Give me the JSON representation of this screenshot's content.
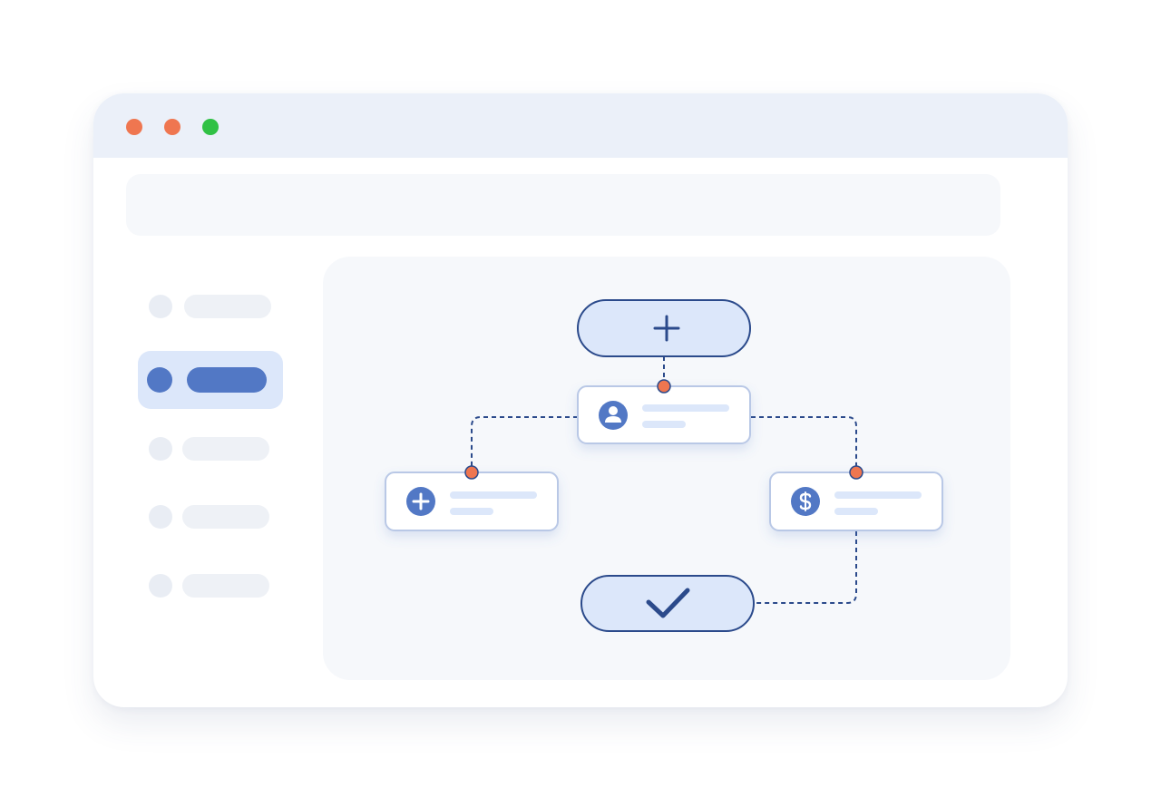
{
  "window": {
    "controls": [
      {
        "name": "close-dot",
        "color": "#ef7650"
      },
      {
        "name": "minimize-dot",
        "color": "#ef7650"
      },
      {
        "name": "maximize-dot",
        "color": "#30c145"
      }
    ]
  },
  "sidebar": {
    "items": [
      {
        "active": false
      },
      {
        "active": true
      },
      {
        "active": false
      },
      {
        "active": false
      },
      {
        "active": false
      }
    ]
  },
  "flow": {
    "start_icon": "plus-icon",
    "end_icon": "checkmark-icon",
    "nodes": [
      {
        "name": "user-node",
        "icon": "user-icon"
      },
      {
        "name": "add-node",
        "icon": "plus-circle-icon"
      },
      {
        "name": "payment-node",
        "icon": "dollar-icon"
      }
    ]
  },
  "colors": {
    "accent": "#5278c5",
    "node_fill": "#dce7fa",
    "node_stroke": "#2b4a8b",
    "connector": "#2b4a8b",
    "port": "#ef7650",
    "titlebar": "#ebf0f9",
    "panel": "#f6f8fb"
  }
}
